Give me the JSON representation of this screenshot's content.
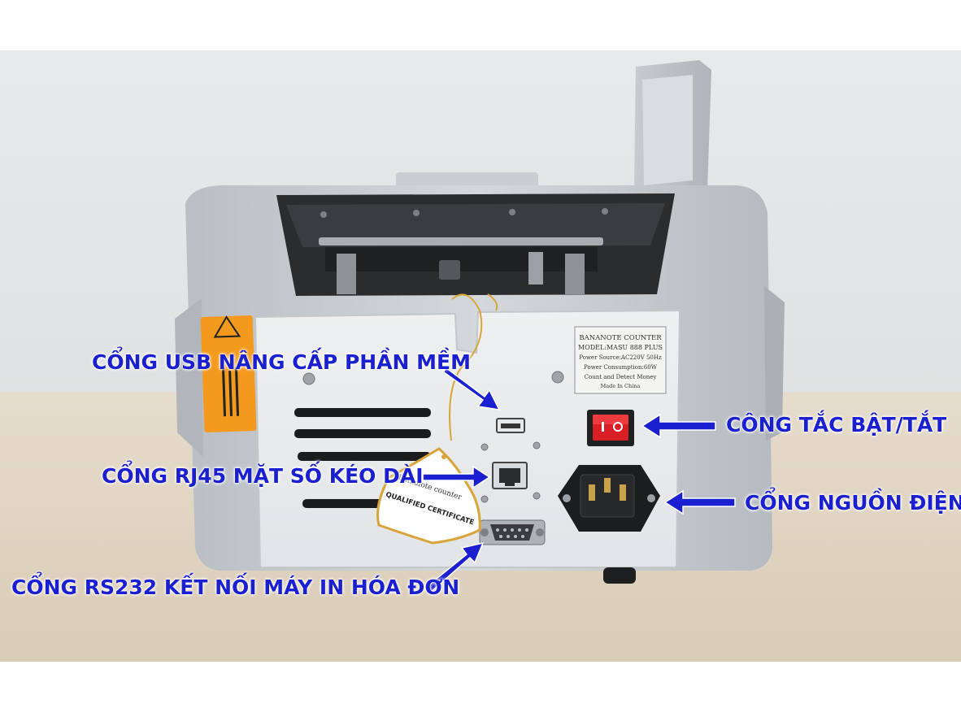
{
  "callouts": {
    "usb": "CỔNG USB NÂNG CẤP PHẦN MỀM",
    "rj45": "CỔNG RJ45 MẶT SỐ KÉO DÀI",
    "rs232": "CỔNG RS232 KẾT NỐI MÁY IN HÓA ĐƠN",
    "power_switch": "CÔNG TẮC BẬT/TẮT",
    "power_socket": "CỔNG NGUỒN ĐIỆN"
  },
  "label_plate": {
    "line1": "BANANOTE COUNTER",
    "line2": "MODEL:MASU 888 PLUS",
    "line3": "Power Source:AC220V 50Hz",
    "line4": "Power Consumption:60W",
    "line5": "Count and Detect Money",
    "line6": "Made In China"
  },
  "tag": {
    "line1": "Banknote counter",
    "line2": "QUALIFIED CERTIFICATE"
  },
  "colors": {
    "callout_text": "#1a1fd0",
    "arrow_fill": "#1a1fd0",
    "warning_label": "#f39a1e",
    "switch_red": "#d81f26",
    "body_grey": "#c8cdd1"
  }
}
